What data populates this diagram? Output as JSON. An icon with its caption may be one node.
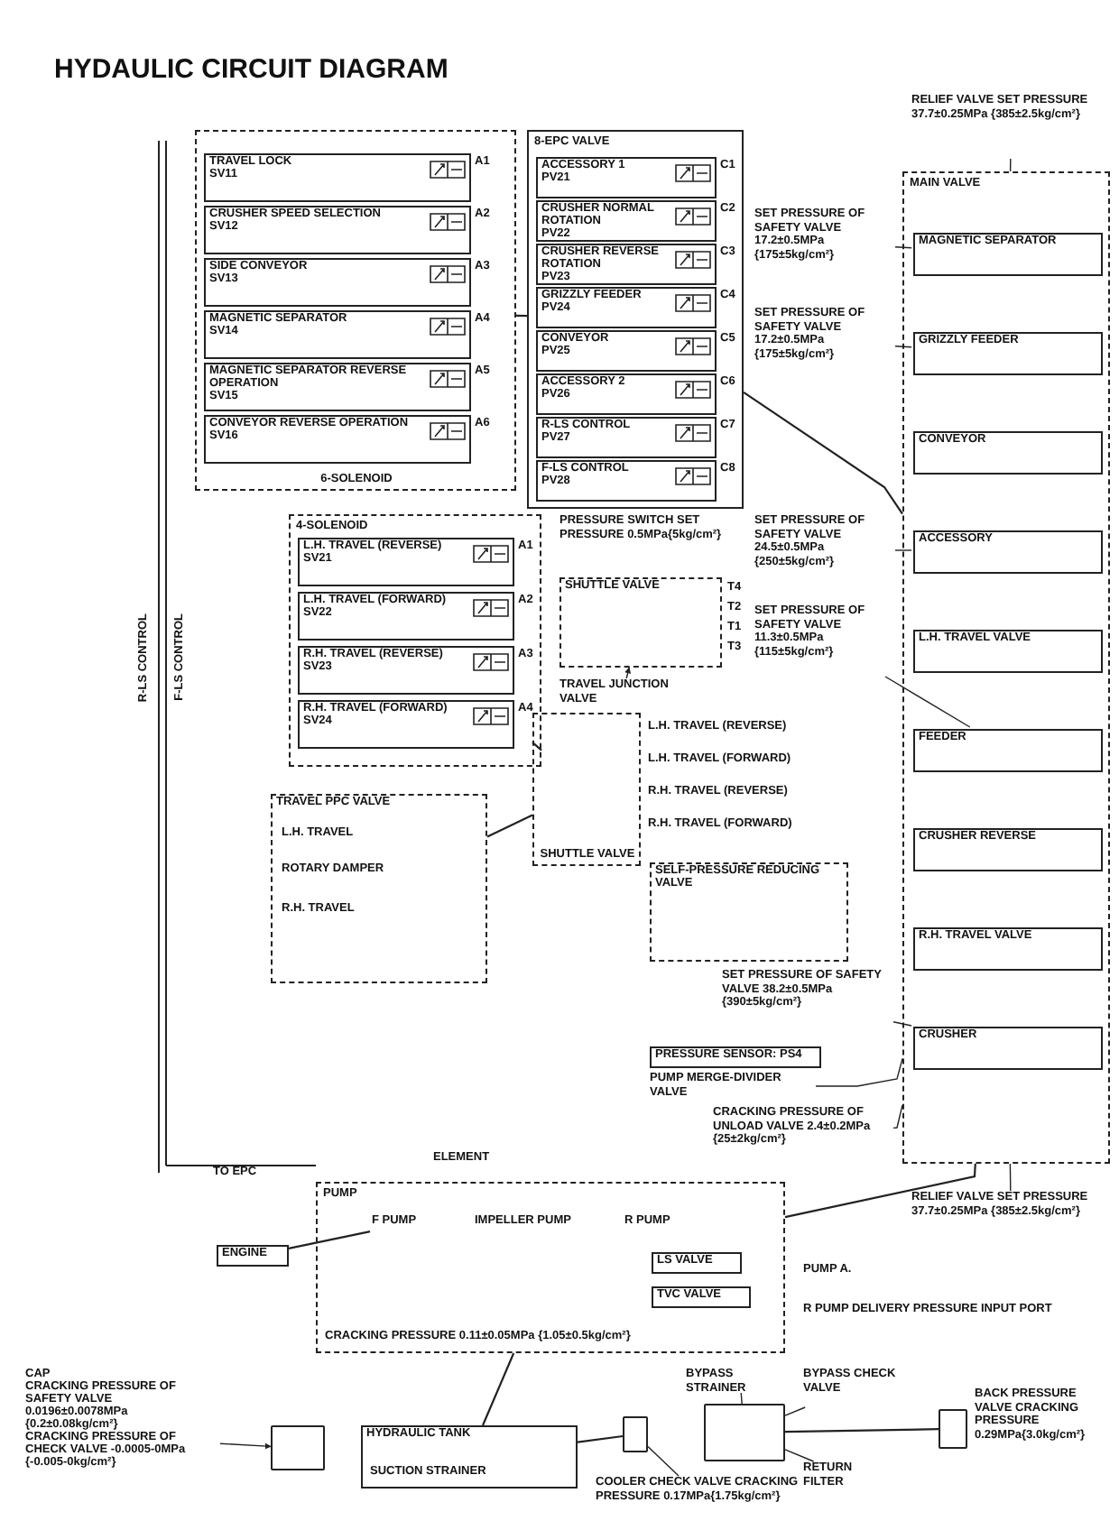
{
  "diagram": {
    "title": "HYDAULIC CIRCUIT DIAGRAM",
    "nodes": [
      {
        "text": [
          "6-SOLENOID"
        ]
      },
      {
        "text": [
          "TRAVEL LOCK",
          "SV11"
        ],
        "in": 0
      },
      {
        "text": [
          "CRUSHER SPEED SELECTION",
          "SV12"
        ],
        "in": 0
      },
      {
        "text": [
          "SIDE CONVEYOR",
          "SV13"
        ],
        "in": 0
      },
      {
        "text": [
          "MAGNETIC SEPARATOR",
          "SV14"
        ],
        "in": 0
      },
      {
        "text": [
          "MAGNETIC SEPARATOR REVERSE OPERATION",
          "SV15"
        ],
        "in": 0
      },
      {
        "text": [
          "CONVEYOR REVERSE OPERATION",
          "SV16"
        ],
        "in": 0
      },
      {
        "text": [
          "8-EPC VALVE"
        ]
      },
      {
        "text": [
          "ACCESSORY 1",
          "PV21"
        ],
        "in": 7
      },
      {
        "text": [
          "CRUSHER NORMAL ROTATION",
          "PV22"
        ],
        "in": 7
      },
      {
        "text": [
          "CRUSHER REVERSE ROTATION",
          "PV23"
        ],
        "in": 7
      },
      {
        "text": [
          "GRIZZLY FEEDER",
          "PV24"
        ],
        "in": 7
      },
      {
        "text": [
          "CONVEYOR",
          "PV25"
        ],
        "in": 7
      },
      {
        "text": [
          "ACCESSORY 2",
          "PV26"
        ],
        "in": 7
      },
      {
        "text": [
          "R-LS CONTROL",
          "PV27"
        ],
        "in": 7
      },
      {
        "text": [
          "F-LS CONTROL",
          "PV28"
        ],
        "in": 7
      },
      {
        "text": [
          "4-SOLENOID"
        ]
      },
      {
        "text": [
          "L.H. TRAVEL (REVERSE)",
          "SV21"
        ],
        "in": 16
      },
      {
        "text": [
          "L.H. TRAVEL (FORWARD)",
          "SV22"
        ],
        "in": 16
      },
      {
        "text": [
          "R.H. TRAVEL (REVERSE)",
          "SV23"
        ],
        "in": 16
      },
      {
        "text": [
          "R.H. TRAVEL (FORWARD)",
          "SV24"
        ],
        "in": 16
      },
      {
        "text": [
          "TRAVEL PPC VALVE"
        ]
      },
      {
        "text": [
          "SHUTTLE VALVE"
        ]
      },
      {
        "text": [
          "PRESSURE SWITCH SET PRESSURE 0.5MPa{5kg/cm²}"
        ]
      },
      {
        "text": [
          "SHUTTLE VALVE"
        ]
      },
      {
        "text": [
          "TRAVEL JUNCTION VALVE"
        ]
      },
      {
        "text": [
          "SELF-PRESSURE REDUCING VALVE"
        ]
      },
      {
        "text": [
          "PRESSURE SENSOR: PS4"
        ]
      },
      {
        "text": [
          "PUMP MERGE-DIVIDER VALVE"
        ]
      },
      {
        "text": [
          "MAIN VALVE"
        ]
      },
      {
        "text": [
          "MAGNETIC SEPARATOR"
        ],
        "in": 29
      },
      {
        "text": [
          "GRIZZLY FEEDER"
        ],
        "in": 29
      },
      {
        "text": [
          "CONVEYOR"
        ],
        "in": 29
      },
      {
        "text": [
          "ACCESSORY"
        ],
        "in": 29
      },
      {
        "text": [
          "L.H. TRAVEL VALVE"
        ],
        "in": 29
      },
      {
        "text": [
          "FEEDER"
        ],
        "in": 29
      },
      {
        "text": [
          "CRUSHER REVERSE"
        ],
        "in": 29
      },
      {
        "text": [
          "R.H. TRAVEL VALVE"
        ],
        "in": 29
      },
      {
        "text": [
          "CRUSHER"
        ],
        "in": 29
      },
      {
        "text": [
          "SET PRESSURE OF SAFETY VALVE 17.2±0.5MPa {175±5kg/cm²}"
        ]
      },
      {
        "text": [
          "SET PRESSURE OF SAFETY VALVE 17.2±0.5MPa {175±5kg/cm²}"
        ]
      },
      {
        "text": [
          "SET PRESSURE OF SAFETY VALVE 24.5±0.5MPa {250±5kg/cm²}"
        ]
      },
      {
        "text": [
          "SET PRESSURE OF SAFETY VALVE 11.3±0.5MPa {115±5kg/cm²}"
        ]
      },
      {
        "text": [
          "SET PRESSURE OF SAFETY VALVE 38.2±0.5MPa {390±5kg/cm²}"
        ]
      },
      {
        "text": [
          "RELIEF VALVE SET PRESSURE 37.7±0.25MPa {385±2.5kg/cm²}"
        ]
      },
      {
        "text": [
          "CRACKING PRESSURE OF UNLOAD VALVE 2.4±0.2MPa {25±2kg/cm²}"
        ]
      },
      {
        "text": [
          "RELIEF VALVE SET PRESSURE 37.7±0.25MPa {385±2.5kg/cm²}"
        ]
      },
      {
        "text": [
          "PUMP"
        ]
      },
      {
        "text": [
          "ENGINE"
        ]
      },
      {
        "text": [
          "F PUMP"
        ],
        "in": 47
      },
      {
        "text": [
          "IMPELLER PUMP"
        ],
        "in": 47
      },
      {
        "text": [
          "R PUMP"
        ],
        "in": 47
      },
      {
        "text": [
          "LS VALVE"
        ],
        "in": 47
      },
      {
        "text": [
          "TVC VALVE"
        ],
        "in": 47
      },
      {
        "text": [
          "ELEMENT"
        ]
      },
      {
        "text": [
          "HYDRAULIC TANK"
        ]
      },
      {
        "text": [
          "CAP",
          "CRACKING PRESSURE OF SAFETY VALVE 0.0196±0.0078MPa {0.2±0.08kg/cm²}",
          "CRACKING PRESSURE OF CHECK VALVE -0.0005-0MPa {-0.005-0kg/cm²}"
        ]
      },
      {
        "text": [
          "COOLER CHECK VALVE CRACKING PRESSURE 0.17MPa{1.75kg/cm²}"
        ]
      },
      {
        "text": [
          "BYPASS STRAINER"
        ]
      },
      {
        "text": [
          "BYPASS CHECK VALVE"
        ]
      },
      {
        "text": [
          "RETURN FILTER"
        ]
      },
      {
        "text": [],
        "shape": "box",
        "beside": [
          "BACK PRESSURE VALVE CRACKING PRESSURE 0.29MPa{3.0kg/cm²}"
        ]
      },
      {
        "text": [],
        "shape": "box"
      },
      {
        "text": [],
        "shape": "box"
      },
      {
        "text": [],
        "shape": "box"
      }
    ],
    "edges": [
      {
        "from": 25,
        "to": 24,
        "arrow": "to"
      },
      {
        "from": 39,
        "to": 30,
        "arrow": "none"
      },
      {
        "from": 40,
        "to": 31,
        "arrow": "none"
      },
      {
        "from": 41,
        "to": 33,
        "arrow": "none"
      },
      {
        "from": 42,
        "to": 35,
        "arrow": "none"
      },
      {
        "from": 43,
        "to": 38,
        "arrow": "none"
      },
      {
        "from": 44,
        "to": 29,
        "arrow": "none"
      },
      {
        "from": 45,
        "to": 29,
        "arrow": "none"
      },
      {
        "from": 46,
        "to": 29,
        "arrow": "none"
      },
      {
        "from": 28,
        "to": 29,
        "arrow": "none"
      },
      {
        "from": 56,
        "to": 62,
        "arrow": "to"
      },
      {
        "from": 57,
        "to": 63,
        "arrow": "none"
      },
      {
        "from": 58,
        "to": 64,
        "arrow": "none"
      },
      {
        "from": 59,
        "to": 64,
        "arrow": "none"
      },
      {
        "from": 60,
        "to": 64,
        "arrow": "none"
      },
      {
        "from": 0,
        "to": 7,
        "arrow": "none"
      },
      {
        "from": 7,
        "to": 29,
        "arrow": "none"
      },
      {
        "from": 16,
        "to": 22,
        "arrow": "none"
      },
      {
        "from": 21,
        "to": 22,
        "arrow": "none"
      },
      {
        "from": 47,
        "to": 29,
        "arrow": "none"
      },
      {
        "from": 55,
        "to": 47,
        "arrow": "none"
      },
      {
        "from": 64,
        "to": 61,
        "arrow": "none"
      },
      {
        "from": 48,
        "to": 49,
        "arrow": "none"
      },
      {
        "from": 63,
        "to": 55,
        "arrow": "none"
      }
    ],
    "labels": [
      "A1",
      "A2",
      "A3",
      "A4",
      "A5",
      "A6",
      "C1",
      "C2",
      "C3",
      "C4",
      "C5",
      "C6",
      "C7",
      "C8",
      "A1",
      "A2",
      "A3",
      "A4",
      "T4",
      "T2",
      "T1",
      "T3",
      "L.H. TRAVEL (REVERSE)",
      "L.H. TRAVEL (FORWARD)",
      "R.H. TRAVEL (REVERSE)",
      "R.H. TRAVEL (FORWARD)",
      "L.H. TRAVEL",
      "ROTARY DAMPER",
      "R.H. TRAVEL",
      "R-LS CONTROL",
      "F-LS CONTROL",
      "TO EPC",
      "CRACKING PRESSURE 0.11±0.05MPa {1.05±0.5kg/cm²}",
      "R PUMP DELIVERY PRESSURE INPUT PORT",
      "PUMP A.",
      "SUCTION STRAINER"
    ]
  }
}
